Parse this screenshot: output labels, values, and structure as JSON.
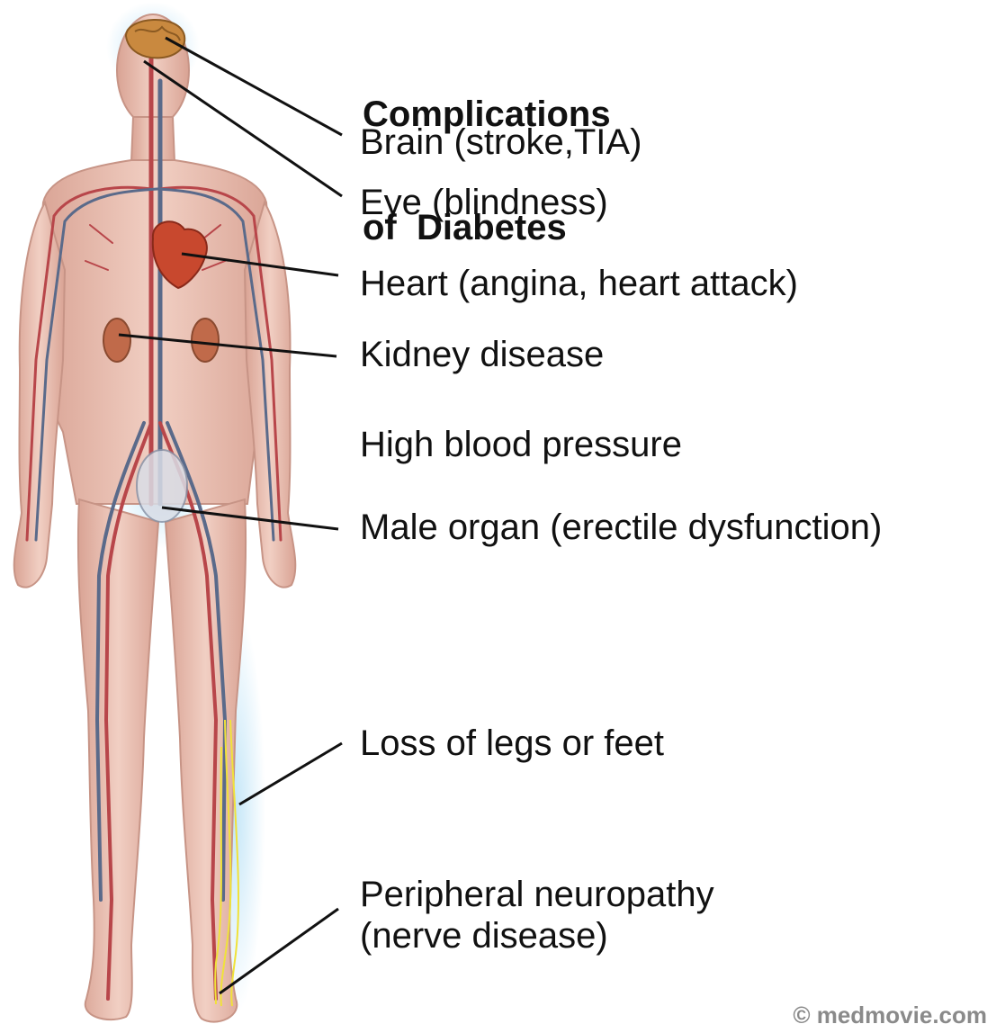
{
  "title_line1": "Complications",
  "title_line2": "of  Diabetes",
  "labels": {
    "brain": "Brain (stroke,TIA)",
    "eye": "Eye (blindness)",
    "heart": "Heart (angina, heart attack)",
    "kidney": "Kidney disease",
    "bp": "High blood pressure",
    "male": "Male organ (erectile dysfunction)",
    "legs": "Loss of legs or feet",
    "neuro1": "Peripheral neuropathy",
    "neuro2": "(nerve disease)"
  },
  "credit": "© medmovie.com",
  "colors": {
    "skin": "#e8b9a8",
    "artery": "#b8464a",
    "vein": "#5a6a8a",
    "glow": "#9fd2ef",
    "brain": "#c9893f",
    "heart": "#c8482e",
    "nerve": "#f0e23a"
  }
}
